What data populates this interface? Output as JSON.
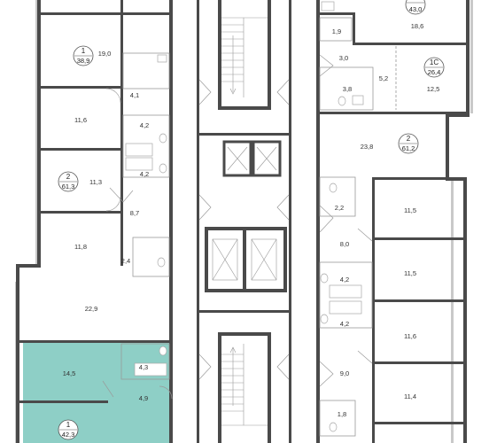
{
  "colors": {
    "wall": "#4a4a4a",
    "highlight_apartment": "#8ecfc6",
    "highlight_wall": "#3d6e68",
    "background": "#ffffff",
    "window": "#c9c9c9"
  },
  "left_wing": {
    "apartments": [
      {
        "rooms_label": "1",
        "total_area": "38,9"
      },
      {
        "rooms_label": "2",
        "total_area": "61,3"
      },
      {
        "rooms_label": "1",
        "total_area": "42,3",
        "highlighted": true
      }
    ],
    "room_areas": {
      "kitchen_top": "19,0",
      "hall_top": "4,1",
      "bedroom_a": "11,6",
      "bath_a": "4,2",
      "bath_b": "4,2",
      "bedroom_b": "11,3",
      "hall_mid": "8,7",
      "bedroom_c": "11,8",
      "wc_mid": "2,4",
      "kitchen_living": "22,9",
      "highlight_room": "14,5",
      "highlight_bath": "4,3",
      "highlight_hall": "4,9"
    }
  },
  "right_wing": {
    "apartments": [
      {
        "rooms_label": "",
        "total_area": "43,0"
      },
      {
        "rooms_label": "1С",
        "total_area": "26,4"
      },
      {
        "rooms_label": "2",
        "total_area": "61,2"
      }
    ],
    "room_areas": {
      "top_room": "18,6",
      "wc_top": "1,9",
      "hall_top": "3,0",
      "bath_top": "3,8",
      "kitchen_1c": "5,2",
      "room_1c": "12,5",
      "living": "23,8",
      "wc_mid": "2,2",
      "bedroom_a": "11,5",
      "hall_mid": "8,0",
      "bedroom_b": "11,5",
      "bath_a": "4,2",
      "bath_b": "4,2",
      "bedroom_c": "11,6",
      "hall_low": "9,0",
      "bedroom_d": "11,4",
      "wc_low": "1,8"
    }
  }
}
